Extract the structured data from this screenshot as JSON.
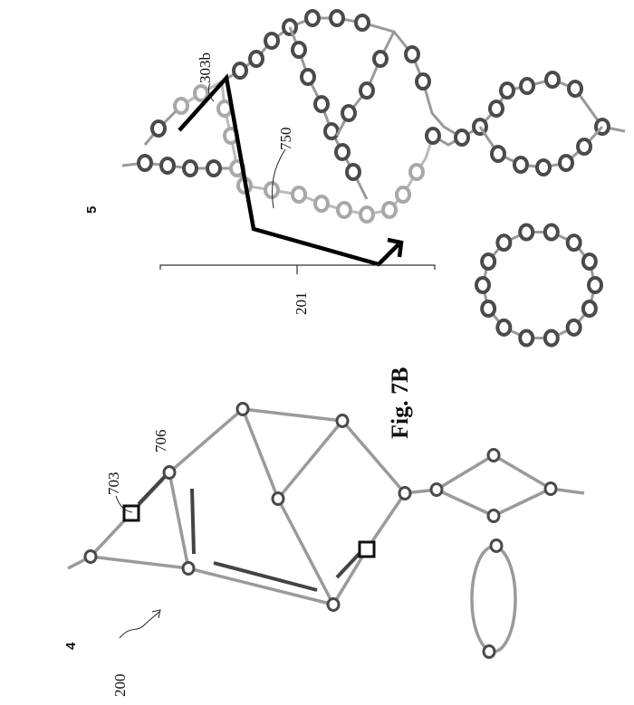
{
  "figure": {
    "title": "Fig. 7B",
    "panel_left_number": "4",
    "panel_right_number": "5",
    "labels": {
      "graph_ref": "200",
      "sequence_ref": "201",
      "square_ref": "703",
      "node_ref": "706",
      "path_ref": "750",
      "segment_ref": "303b"
    }
  },
  "colors": {
    "dark": "#4a4a4a",
    "light": "#a8a8a8",
    "edge": "#9a9a9a",
    "path": "#000000"
  }
}
